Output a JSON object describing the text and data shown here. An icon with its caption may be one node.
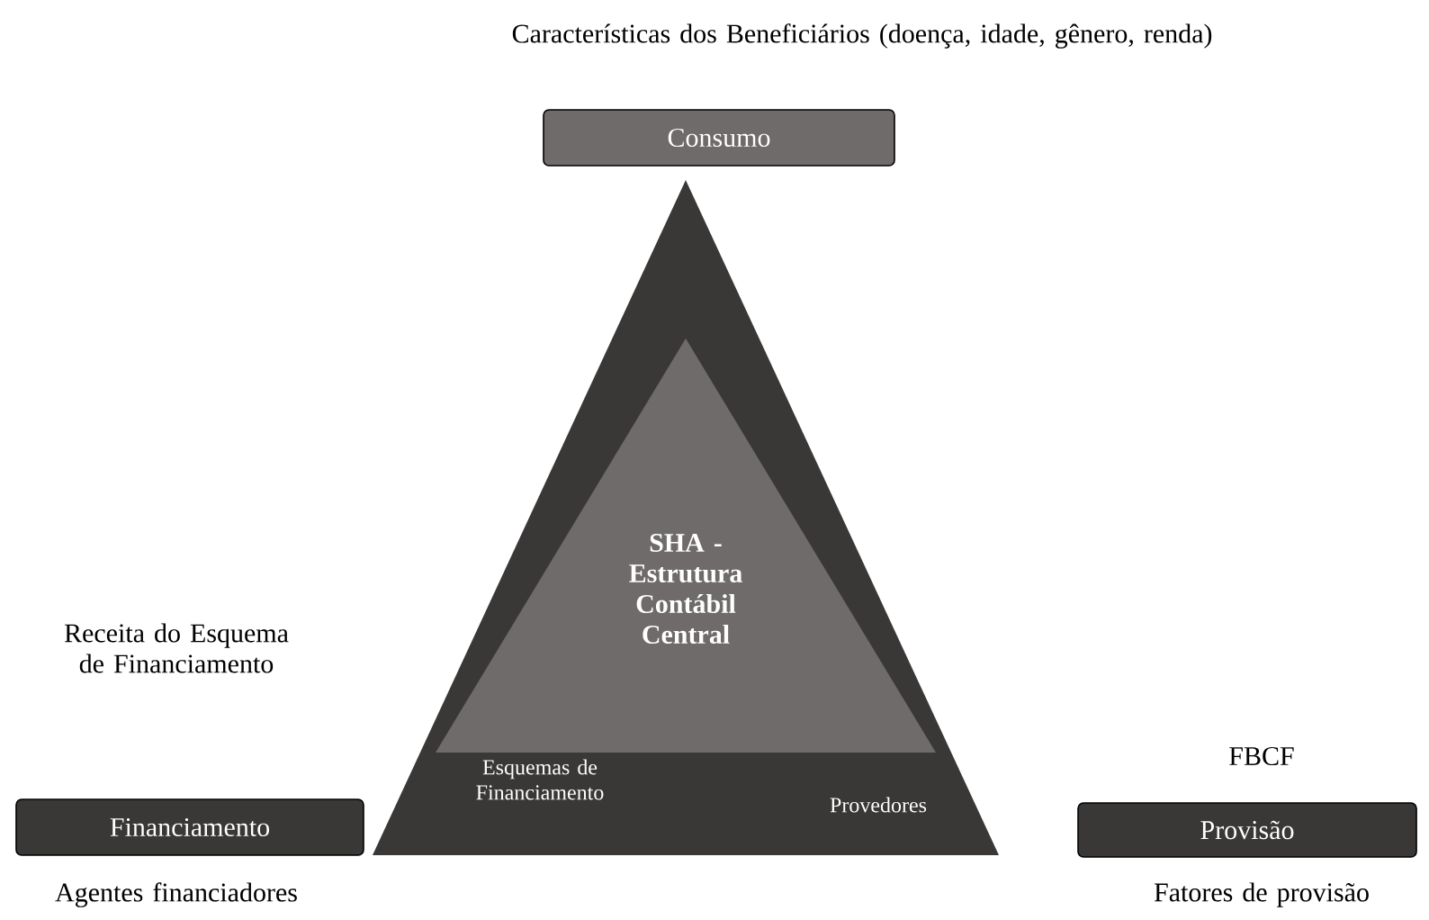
{
  "diagram": {
    "nodes": [
      {
        "text": [
          "Consumo"
        ],
        "beside": [
          "Características dos Beneficiários (doença, idade, gênero, renda)"
        ]
      },
      {
        "text": [
          "Esquemas de Financiamento",
          "Provedores"
        ]
      },
      {
        "text": [
          "SHA - Estrutura Contábil Central"
        ],
        "in": 1
      },
      {
        "text": [
          "Financiamento"
        ],
        "beside": [
          "Agentes financiadores"
        ]
      },
      {
        "text": [
          "Provisão"
        ],
        "beside": [
          "FBCF",
          "Fatores de provisão"
        ]
      }
    ],
    "labels": [
      "Receita do Esquema de Financiamento"
    ]
  }
}
